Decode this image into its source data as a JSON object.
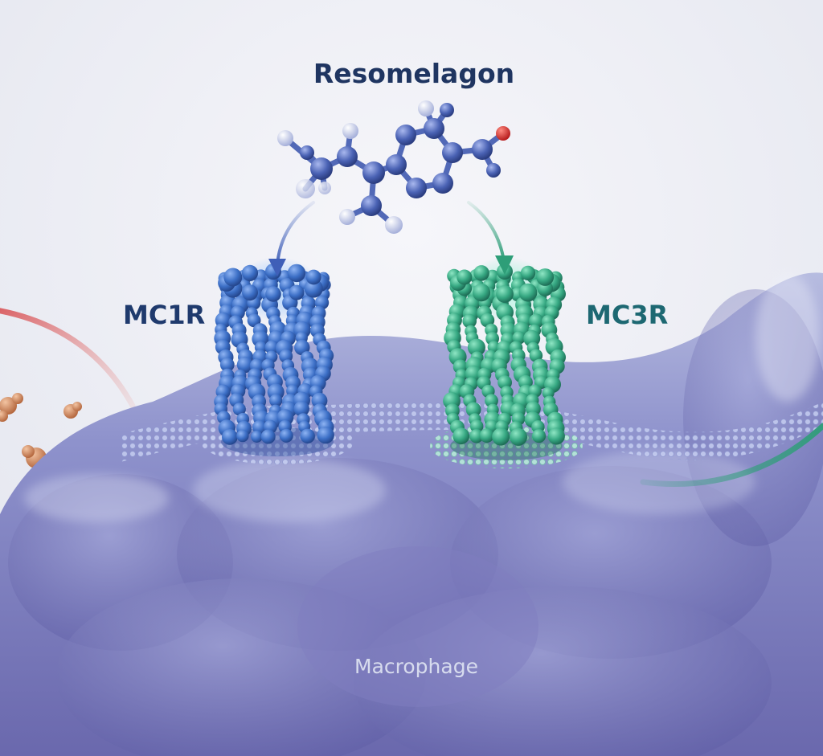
{
  "labels": {
    "ligand": "Resomelagon",
    "receptor_left": "MC1R",
    "receptor_right": "MC3R",
    "cell": "Macrophage"
  },
  "icons": {
    "ligand": "molecule-ball-and-stick-icon",
    "receptor_left": "transmembrane-receptor-icon",
    "receptor_right": "transmembrane-receptor-icon",
    "cell": "cell-surface-illustration"
  },
  "colors": {
    "title_text": "#1f3561",
    "mc1r_text": "#1f3a6d",
    "mc3r_text": "#1d6872",
    "cell_text": "#dfe4f2",
    "mc1r_blue": "#3f74c9",
    "mc3r_green": "#3fb38c",
    "molecule_atom": "#4e66b6",
    "oxygen_red": "#d8322c",
    "left_arrow_red": "#d9575b",
    "right_arrow_green": "#2e9e78",
    "cell_purple": "#7a78bb"
  }
}
